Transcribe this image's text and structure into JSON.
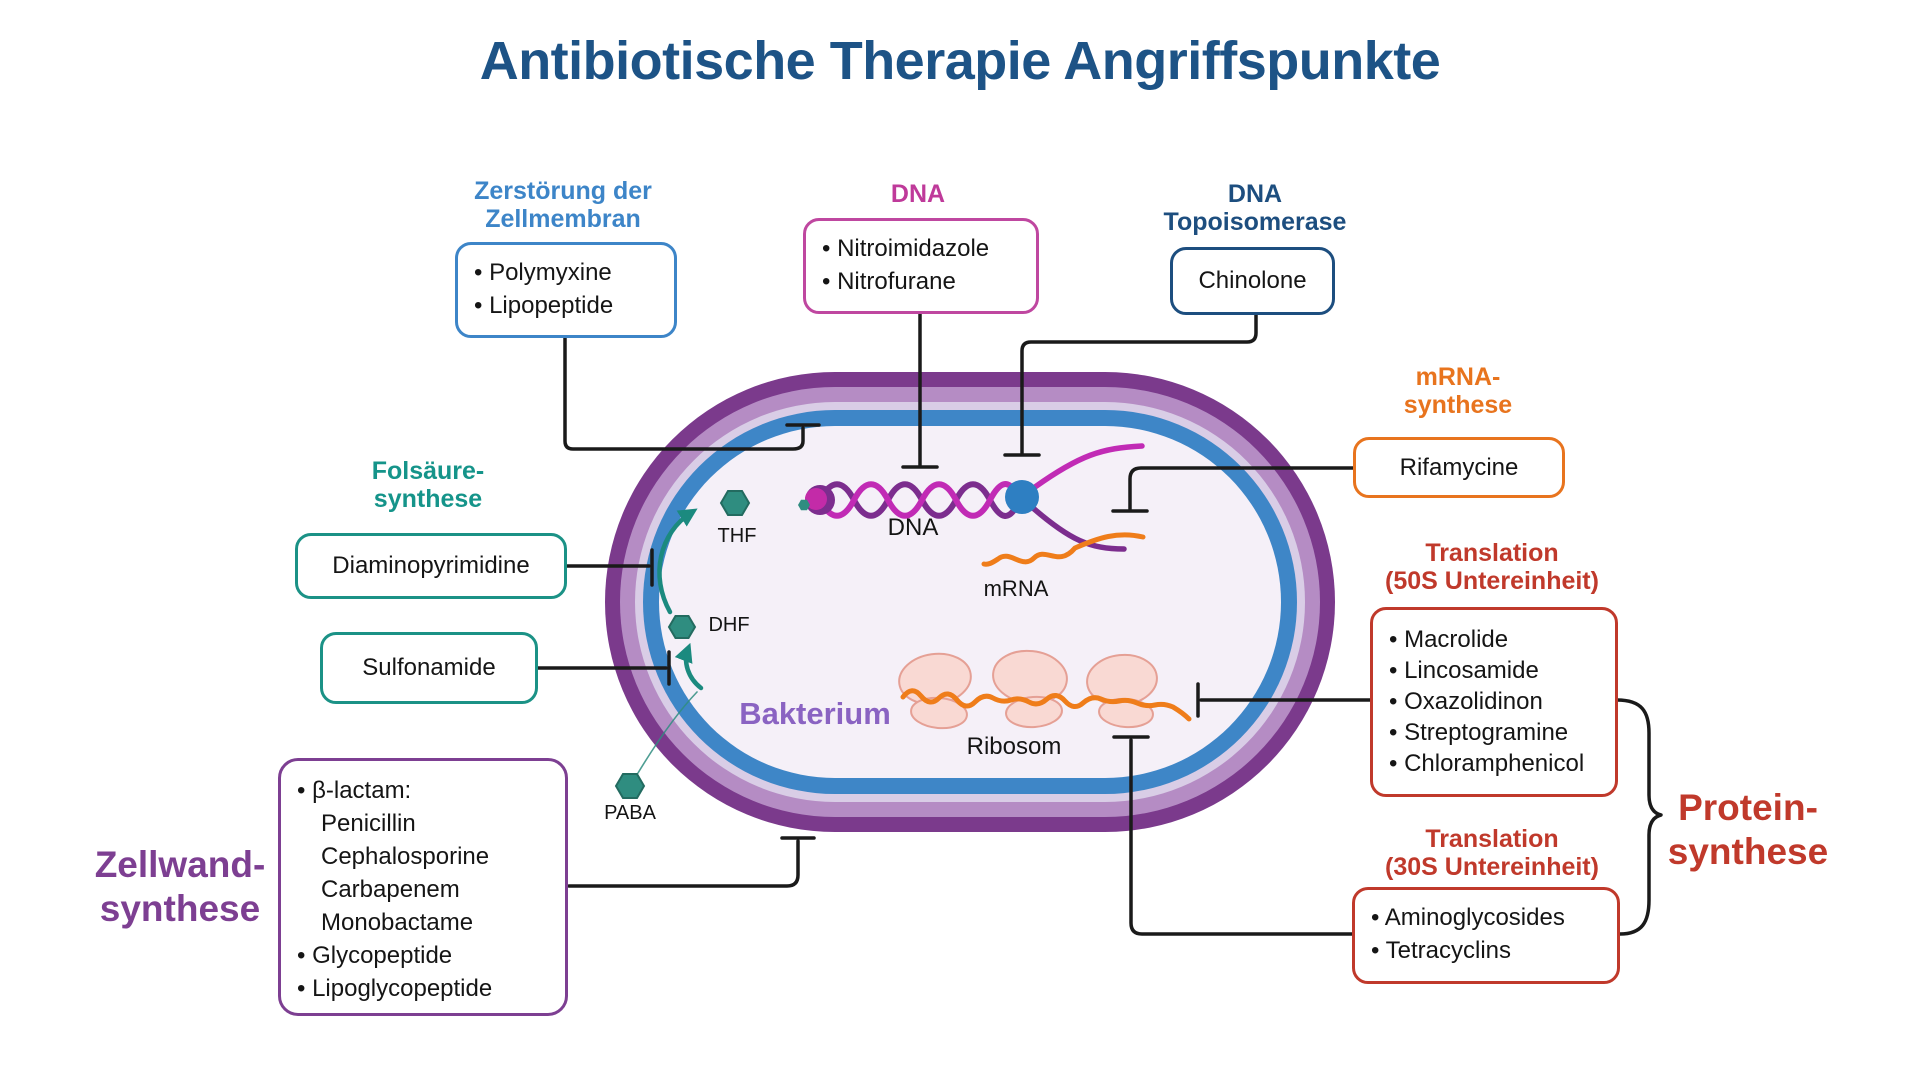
{
  "title": "Antibiotische Therapie Angriffspunkte",
  "colors": {
    "title": "#1d5386",
    "membrane_group": "#3d85c8",
    "dna_group": "#bf3a9a",
    "topoisomerase_group": "#1d4e7f",
    "mrna_group": "#e8741e",
    "folate_group": "#15948a",
    "translation_group": "#c0392b",
    "cell_wall_group": "#7d3f92",
    "bacterium_label": "#8a63c2",
    "membrane_outer": "#7b3a8c",
    "membrane_mid": "#b58cc4",
    "membrane_pale": "#d9cde6",
    "membrane_blue": "#3e86c7",
    "cell_fill": "#f5f0f8",
    "dna_strand_bright": "#c12bb5",
    "dna_strand_dark": "#7c2d8e",
    "mrna_strand": "#ef7d1a",
    "ribosome_fill": "#f9d9d3",
    "hexagon_teal": "#2f8d80"
  },
  "labels": {
    "membrane": "Zerstörung der\nZellmembran",
    "dna": "DNA",
    "topoisomerase": "DNA\nTopoisomerase",
    "mrna_synthesis": "mRNA-\nsynthese",
    "folate_synthesis": "Folsäure-\nsynthese",
    "translation_50s": "Translation\n(50S Untereinheit)",
    "translation_30s": "Translation\n(30S Untereinheit)",
    "cell_wall": "Zellwand-\nsynthese",
    "protein_synthesis": "Protein-\nsynthese"
  },
  "boxes": {
    "membrane_items": [
      {
        "text": "Polymyxine",
        "bullet": true
      },
      {
        "text": "Lipopeptide",
        "bullet": true
      }
    ],
    "dna_items": [
      {
        "text": "Nitroimidazole",
        "bullet": true
      },
      {
        "text": "Nitrofurane",
        "bullet": true
      }
    ],
    "topoisomerase_item": "Chinolone",
    "mrna_item": "Rifamycine",
    "folate_item_1": "Diaminopyrimidine",
    "folate_item_2": "Sulfonamide",
    "t50_items": [
      {
        "text": "Macrolide",
        "bullet": true
      },
      {
        "text": "Lincosamide",
        "bullet": true
      },
      {
        "text": "Oxazolidinon",
        "bullet": true
      },
      {
        "text": "Streptogramine",
        "bullet": true
      },
      {
        "text": "Chloramphenicol",
        "bullet": true
      }
    ],
    "t30_items": [
      {
        "text": "Aminoglycosides",
        "bullet": true
      },
      {
        "text": "Tetracyclins",
        "bullet": true
      }
    ],
    "cell_wall_items": [
      {
        "text": "β-lactam:",
        "bullet": true
      },
      {
        "text": "Penicillin",
        "indent": true
      },
      {
        "text": "Cephalosporine",
        "indent": true
      },
      {
        "text": "Carbapenem",
        "indent": true
      },
      {
        "text": "Monobactame",
        "indent": true
      },
      {
        "text": "Glycopeptide",
        "bullet": true
      },
      {
        "text": "Lipoglycopeptide",
        "bullet": true
      }
    ]
  },
  "cell": {
    "name": "Bakterium",
    "dna": "DNA",
    "mrna": "mRNA",
    "ribosome": "Ribosom",
    "thf": "THF",
    "dhf": "DHF",
    "paba": "PABA"
  }
}
